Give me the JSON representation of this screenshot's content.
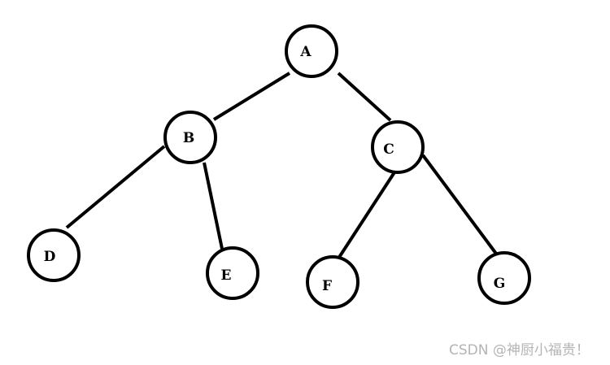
{
  "diagram": {
    "nodes": [
      {
        "id": "A",
        "label": "A"
      },
      {
        "id": "B",
        "label": "B"
      },
      {
        "id": "C",
        "label": "C"
      },
      {
        "id": "D",
        "label": "D"
      },
      {
        "id": "E",
        "label": "E"
      },
      {
        "id": "F",
        "label": "F"
      },
      {
        "id": "G",
        "label": "G"
      }
    ],
    "edges": [
      {
        "from": "A",
        "to": "B"
      },
      {
        "from": "A",
        "to": "C"
      },
      {
        "from": "B",
        "to": "D"
      },
      {
        "from": "B",
        "to": "E"
      },
      {
        "from": "C",
        "to": "F"
      },
      {
        "from": "C",
        "to": "G"
      }
    ]
  },
  "watermark": {
    "text": "CSDN @神厨小福贵！"
  }
}
